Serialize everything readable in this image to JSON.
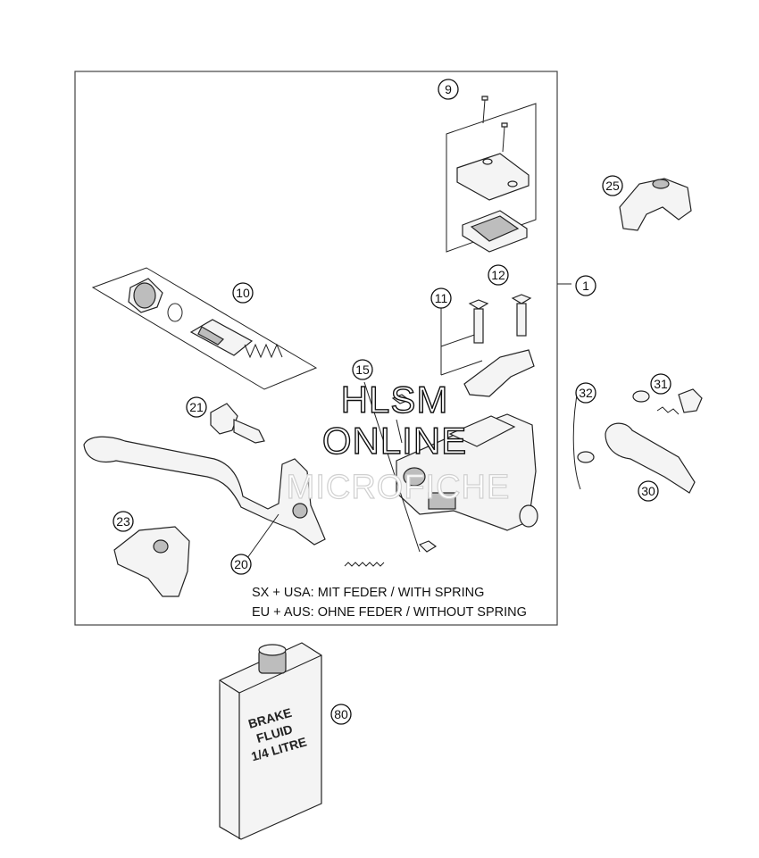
{
  "callouts": [
    {
      "id": "c1",
      "label": "1"
    },
    {
      "id": "c9",
      "label": "9"
    },
    {
      "id": "c10",
      "label": "10"
    },
    {
      "id": "c11",
      "label": "11"
    },
    {
      "id": "c12",
      "label": "12"
    },
    {
      "id": "c15",
      "label": "15"
    },
    {
      "id": "c20",
      "label": "20"
    },
    {
      "id": "c21",
      "label": "21"
    },
    {
      "id": "c23",
      "label": "23"
    },
    {
      "id": "c25",
      "label": "25"
    },
    {
      "id": "c30",
      "label": "30"
    },
    {
      "id": "c31",
      "label": "31"
    },
    {
      "id": "c32",
      "label": "32"
    },
    {
      "id": "c80",
      "label": "80"
    }
  ],
  "notes": {
    "line1": "SX + USA:  MIT FEDER / WITH SPRING",
    "line2": "EU + AUS:  OHNE FEDER / WITHOUT SPRING"
  },
  "watermark": {
    "line1": "HLSM",
    "line2": "ONLINE",
    "line3": "MICROFICHE"
  },
  "bottle": {
    "line1": "BRAKE",
    "line2": "FLUID",
    "line3": "1/4 LITRE"
  }
}
